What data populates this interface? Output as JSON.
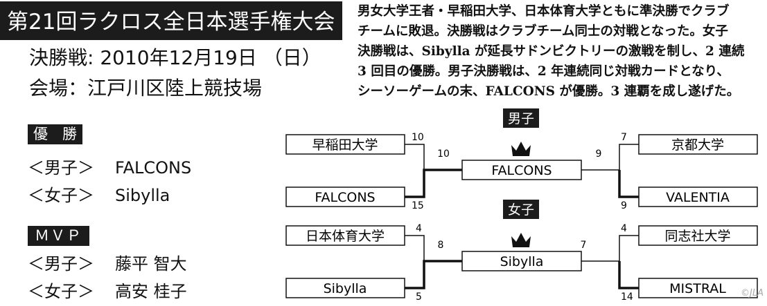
{
  "header": {
    "title": "第21回ラクロス全日本選手権大会",
    "date": "決勝戦: 2010年12月19日 （日）",
    "venue": "会場：江戸川区陸上競技場"
  },
  "summary_lines": [
    "男女大学王者・早稲田大学、日本体育大学ともに準決勝でクラブ",
    "チームに敗退。決勝戦はクラブチーム同士の対戦となった。女子",
    "決勝戦は、Sibylla が延長サドンビクトリーの激戦を制し、2 連続",
    "3 回目の優勝。男子決勝戦は、2 年連続同じ対戦カードとなり、",
    "シーソーゲームの末、FALCONS が優勝。3 連覇を成し遂げた。"
  ],
  "champions": {
    "tag": "優　勝",
    "men_label": "＜男子＞",
    "men_value": "FALCONS",
    "women_label": "＜女子＞",
    "women_value": "Sibylla"
  },
  "mvp": {
    "tag": "ＭＶＰ",
    "men_label": "＜男子＞",
    "men_value": "藤平 智大",
    "women_label": "＜女子＞",
    "women_value": "高安 桂子"
  },
  "bracket": {
    "men": {
      "tag": "男子",
      "left_top": {
        "team": "早稲田大学",
        "score": "10"
      },
      "left_bottom": {
        "team": "FALCONS",
        "score": "15"
      },
      "right_top": {
        "team": "京都大学",
        "score": "7"
      },
      "right_bottom": {
        "team": "VALENTIA",
        "score": "9"
      },
      "final_left_score": "10",
      "final_right_score": "9",
      "champion": "FALCONS"
    },
    "women": {
      "tag": "女子",
      "left_top": {
        "team": "日本体育大学",
        "score": "4"
      },
      "left_bottom": {
        "team": "Sibylla",
        "score": "5"
      },
      "right_top": {
        "team": "同志社大学",
        "score": "4"
      },
      "right_bottom": {
        "team": "MISTRAL",
        "score": "14"
      },
      "final_left_score": "8",
      "final_right_score": "7",
      "champion": "Sibylla"
    }
  },
  "credit": "©JLA",
  "colors": {
    "dark": "#1c1c1c",
    "line": "#111111"
  }
}
